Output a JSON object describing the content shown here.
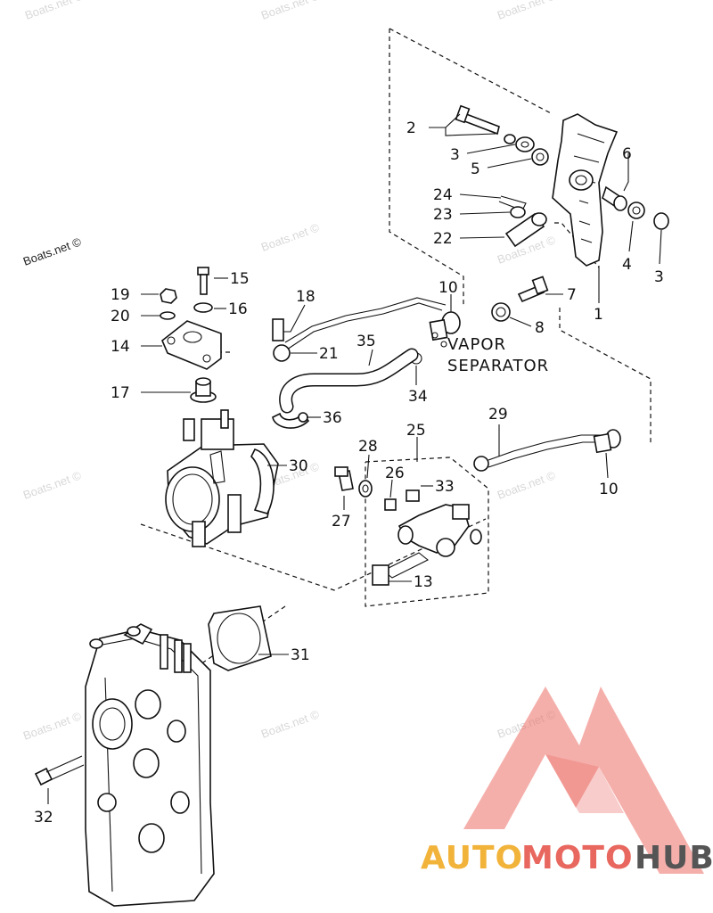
{
  "watermark": "Boats.net ©",
  "callouts": {
    "c1": "1",
    "c2": "2",
    "c3a": "3",
    "c3b": "3",
    "c4": "4",
    "c5": "5",
    "c6": "6",
    "c7": "7",
    "c8": "8",
    "c10a": "10",
    "c10b": "10",
    "c13": "13",
    "c14": "14",
    "c15": "15",
    "c16": "16",
    "c17": "17",
    "c18": "18",
    "c19": "19",
    "c20": "20",
    "c21": "21",
    "c22": "22",
    "c23": "23",
    "c24": "24",
    "c25": "25",
    "c26": "26",
    "c27": "27",
    "c28": "28",
    "c29": "29",
    "c30": "30",
    "c31": "31",
    "c32": "32",
    "c33": "33",
    "c34": "34",
    "c35": "35",
    "c36": "36"
  },
  "annotation": {
    "line1": "VAPOR",
    "line2": "SEPARATOR"
  },
  "logo": {
    "part1": "AUTO",
    "part2": "MOTO",
    "part3": "HUB",
    "colors": {
      "auto": "#f2b33a",
      "moto": "#e8675f",
      "hub": "#555555",
      "mark": "#ec6d66"
    }
  }
}
